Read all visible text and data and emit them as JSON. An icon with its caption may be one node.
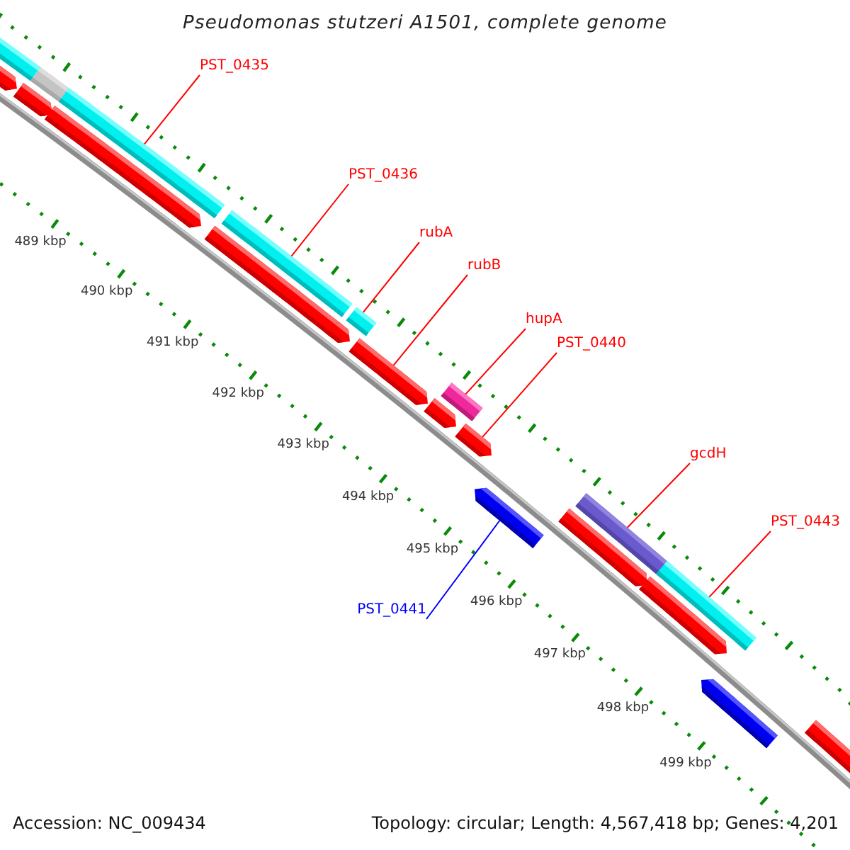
{
  "diagram": {
    "title": "Pseudomonas stutzeri A1501, complete genome",
    "nodes": [
      {
        "text": [
          "PST_0435"
        ]
      },
      {
        "text": [
          "PST_0436"
        ]
      },
      {
        "text": [
          "rubA"
        ]
      },
      {
        "text": [
          "rubB"
        ]
      },
      {
        "text": [
          "hupA"
        ]
      },
      {
        "text": [
          "PST_0440"
        ]
      },
      {
        "text": [
          "gcdH"
        ]
      },
      {
        "text": [
          "PST_0443"
        ]
      },
      {
        "text": [
          "PST_0441"
        ]
      },
      {
        "text": [],
        "shape": "bar"
      },
      {
        "text": [],
        "shape": "arrow"
      },
      {
        "text": [],
        "shape": "bar"
      },
      {
        "text": [],
        "shape": "arrow"
      },
      {
        "text": [],
        "shape": "arrow"
      },
      {
        "text": [],
        "shape": "bar"
      },
      {
        "text": [],
        "shape": "arrow"
      },
      {
        "text": [],
        "shape": "bar"
      },
      {
        "text": [],
        "shape": "arrow"
      },
      {
        "text": [],
        "shape": "arrow"
      },
      {
        "text": [],
        "shape": "bar"
      },
      {
        "text": [],
        "shape": "arrow"
      },
      {
        "text": [],
        "shape": "bar"
      },
      {
        "text": [],
        "shape": "arrow"
      },
      {
        "text": [],
        "shape": "arrow"
      },
      {
        "text": [],
        "shape": "arrow"
      },
      {
        "text": [],
        "shape": "bar"
      },
      {
        "text": [],
        "shape": "arrow"
      },
      {
        "text": [],
        "shape": "bar"
      },
      {
        "text": [],
        "shape": "arrow"
      },
      {
        "text": [],
        "shape": "arrow"
      }
    ],
    "edges": [
      {
        "from": 0,
        "to": 14,
        "arrow": "none"
      },
      {
        "from": 1,
        "to": 16,
        "arrow": "none"
      },
      {
        "from": 2,
        "to": 19,
        "arrow": "none"
      },
      {
        "from": 3,
        "to": 18,
        "arrow": "none"
      },
      {
        "from": 4,
        "to": 21,
        "arrow": "none"
      },
      {
        "from": 5,
        "to": 22,
        "arrow": "none"
      },
      {
        "from": 6,
        "to": 25,
        "arrow": "none"
      },
      {
        "from": 7,
        "to": 27,
        "arrow": "none"
      },
      {
        "from": 8,
        "to": 23,
        "arrow": "none",
        "color": "#0000ff"
      }
    ],
    "labels": [
      "489 kbp",
      "490 kbp",
      "491 kbp",
      "492 kbp",
      "493 kbp",
      "494 kbp",
      "495 kbp",
      "496 kbp",
      "497 kbp",
      "498 kbp",
      "499 kbp",
      "Accession: NC_009434",
      "Topology: circular; Length: 4,567,418 bp; Genes: 4,201"
    ]
  }
}
